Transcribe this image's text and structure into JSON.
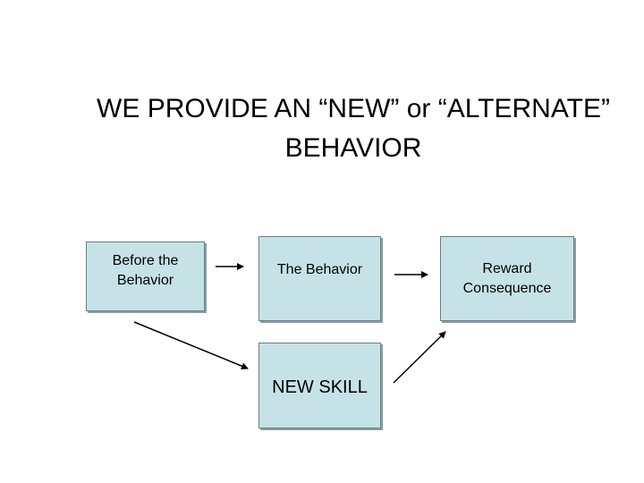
{
  "title": {
    "line1": "WE PROVIDE AN “NEW” or “ALTERNATE”",
    "line2": "BEHAVIOR"
  },
  "boxes": {
    "before": {
      "line1": "Before the",
      "line2": "Behavior"
    },
    "behavior": {
      "text": "The Behavior"
    },
    "reward": {
      "line1": "Reward",
      "line2": "Consequence"
    },
    "new_skill": {
      "text": "NEW SKILL"
    }
  },
  "colors": {
    "box_fill": "#c5e3e6",
    "box_border": "#6b7f86",
    "arrow": "#000000"
  }
}
